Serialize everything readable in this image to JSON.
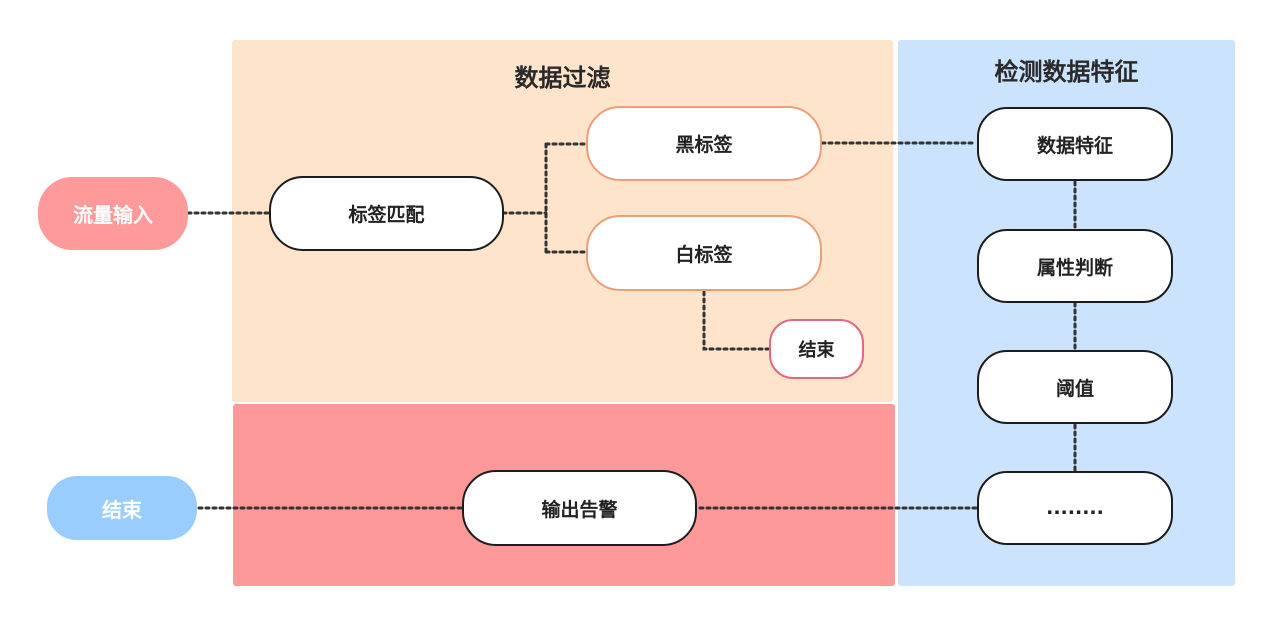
{
  "regions": {
    "filter": {
      "title": "数据过滤",
      "color": "#fde4cb"
    },
    "detect": {
      "title": "检测数据特征",
      "color": "#cbe3fd"
    },
    "alert": {
      "color": "#fe9999"
    }
  },
  "nodes": {
    "traffic_input": {
      "label": "流量输入",
      "color": "#fe9a9a"
    },
    "label_match": {
      "label": "标签匹配"
    },
    "black_label": {
      "label": "黑标签"
    },
    "white_label": {
      "label": "白标签"
    },
    "end_small": {
      "label": "结束"
    },
    "data_feature": {
      "label": "数据特征"
    },
    "attr_judge": {
      "label": "属性判断"
    },
    "threshold": {
      "label": "阈值"
    },
    "more": {
      "label": "........"
    },
    "output_alert": {
      "label": "输出告警"
    },
    "end_final": {
      "label": "结束",
      "color": "#99ccff"
    }
  },
  "line_color": "#333333"
}
